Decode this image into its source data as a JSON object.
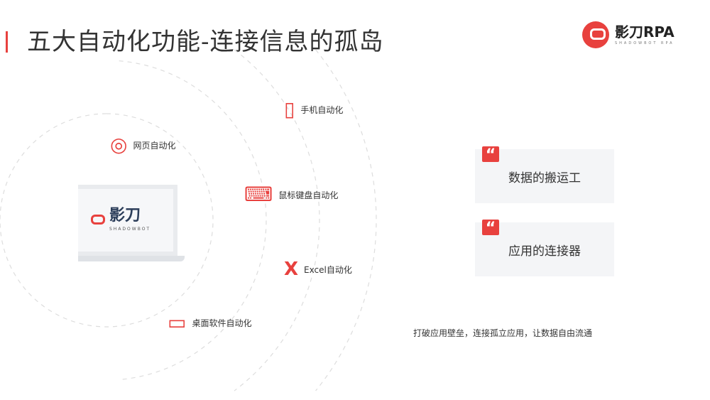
{
  "header": {
    "title": "五大自动化功能-连接信息的孤岛"
  },
  "logo": {
    "name": "影刀RPA",
    "sub": "SHADOWBOT RPA"
  },
  "laptop": {
    "name": "影刀",
    "sub": "SHADOWBOT"
  },
  "features": [
    {
      "label": "手机自动化",
      "icon": "phone-icon"
    },
    {
      "label": "网页自动化",
      "icon": "globe-icon"
    },
    {
      "label": "鼠标键盘自动化",
      "icon": "keyboard-mouse-icon"
    },
    {
      "label": "Excel自动化",
      "icon": "excel-icon"
    },
    {
      "label": "桌面软件自动化",
      "icon": "desktop-icon"
    }
  ],
  "cards": [
    {
      "label": "数据的搬运工"
    },
    {
      "label": "应用的连接器"
    }
  ],
  "slogan": "打破应用壁垒，连接孤立应用，让数据自由流通",
  "colors": {
    "accent": "#e8413e"
  }
}
